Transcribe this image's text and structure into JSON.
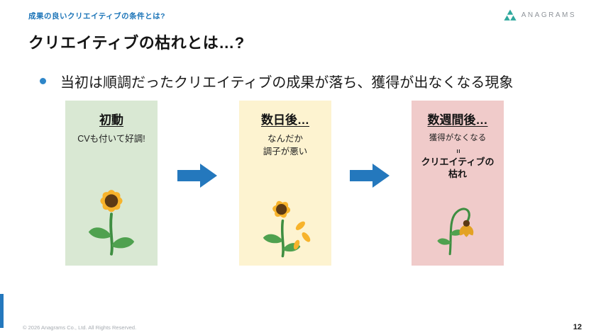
{
  "header": {
    "kicker": "成果の良いクリエイティブの条件とは?",
    "logo_text": "ANAGRAMS"
  },
  "title": "クリエイティブの枯れとは…?",
  "intro_bullet": "当初は順調だったクリエイティブの成果が落ち、獲得が出なくなる現象",
  "stages": [
    {
      "title": "初動",
      "line1": "CVも付いて好調!",
      "flower": "healthy-flower"
    },
    {
      "title": "数日後…",
      "line1": "なんだか",
      "line2": "調子が悪い",
      "flower": "wilting-flower"
    },
    {
      "title": "数週間後…",
      "line1": "獲得がなくなる",
      "equals": "=",
      "result": "クリエイティブの枯れ",
      "flower": "wilted-flower"
    }
  ],
  "footer": {
    "copyright": "© 2026 Anagrams Co., Ltd. All Rights Reserved.",
    "page_number": "12"
  },
  "colors": {
    "accent_blue": "#1b74b8",
    "arrow_blue": "#2478bd",
    "bullet_blue": "#2e86c9",
    "stage1_bg": "#d9e8d3",
    "stage2_bg": "#fdf3d0",
    "stage3_bg": "#f0cbca",
    "logo_teal": "#2fa89d"
  }
}
